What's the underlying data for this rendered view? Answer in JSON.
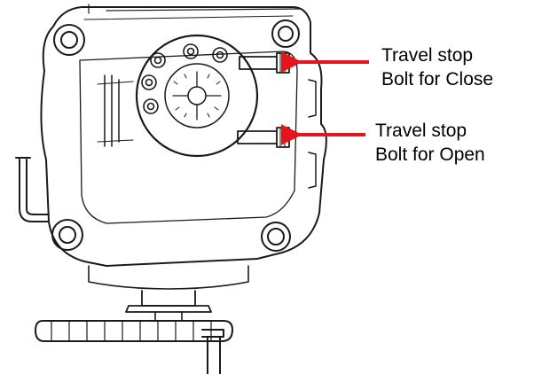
{
  "callouts": {
    "close": {
      "line1": "Travel stop",
      "line2": "Bolt for Close"
    },
    "open": {
      "line1": "Travel stop",
      "line2": "Bolt for Open"
    }
  },
  "colors": {
    "arrow": "#e8141b",
    "ink": "#1a1a1a",
    "background": "#ffffff"
  }
}
